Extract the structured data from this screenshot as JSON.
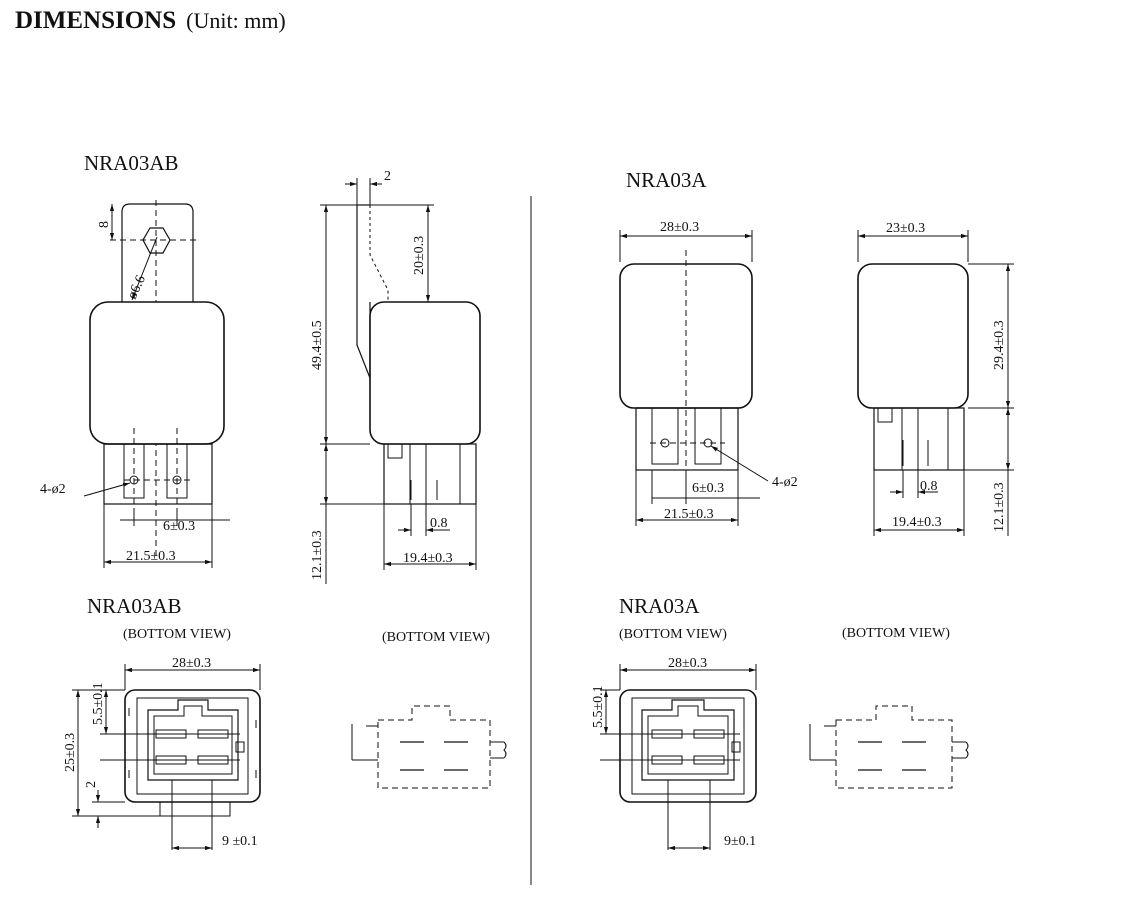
{
  "header": {
    "title": "DIMENSIONS",
    "unit": "(Unit: mm)"
  },
  "nra03ab_top": {
    "label": "NRA03AB",
    "dims": {
      "bracket_height": "8",
      "hole_dia": "ø6.6",
      "pins": "4-ø2",
      "pin_pitch": "6±0.3",
      "width": "21.5±0.3"
    }
  },
  "nra03ab_side": {
    "dims": {
      "bracket_thickness": "2",
      "bracket_height": "20±0.3",
      "total_height": "49.4±0.5",
      "pin_length": "12.1±0.3",
      "pin_width": "0.8",
      "depth": "19.4±0.3"
    }
  },
  "nra03a_front": {
    "label": "NRA03A",
    "dims": {
      "width_top": "28±0.3",
      "pin_pitch": "6±0.3",
      "pins": "4-ø2",
      "width_bottom": "21.5±0.3"
    }
  },
  "nra03a_side": {
    "dims": {
      "width_top": "23±0.3",
      "height": "29.4±0.3",
      "pin_width": "0.8",
      "depth": "19.4±0.3",
      "pin_length": "12.1±0.3"
    }
  },
  "nra03ab_bottom": {
    "label": "NRA03AB",
    "view": "(BOTTOM    VIEW)",
    "view2": "(BOTTOM    VIEW)",
    "dims": {
      "width": "28±0.3",
      "offset": "5.5±0.1",
      "height": "25±0.3",
      "step": "2",
      "spacing": "9 ±0.1"
    }
  },
  "nra03a_bottom": {
    "label": "NRA03A",
    "view": "(BOTTOM    VIEW)",
    "view2": "(BOTTOM    VIEW)",
    "dims": {
      "width": "28±0.3",
      "offset": "5.5±0.1",
      "spacing": "9±0.1"
    }
  }
}
